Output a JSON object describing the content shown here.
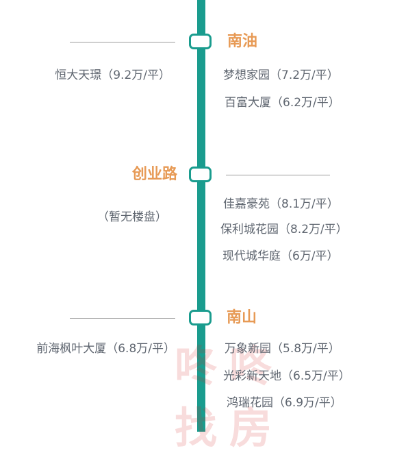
{
  "colors": {
    "line": "#1a9c8e",
    "station_text": "#e79a55",
    "property_text": "#5f6670",
    "rule": "#9a9a9a"
  },
  "stations": [
    {
      "name": "南油",
      "left_properties": [
        "恒大天璟（9.2万/平）"
      ],
      "right_properties": [
        "梦想家园（7.2万/平）",
        "百富大厦（6.2万/平）"
      ]
    },
    {
      "name": "创业路",
      "left_properties": [
        "（暂无楼盘）"
      ],
      "right_properties": [
        "佳嘉豪苑（8.1万/平）",
        "保利城花园（8.2万/平）",
        "现代城华庭（6万/平）"
      ]
    },
    {
      "name": "南山",
      "left_properties": [
        "前海枫叶大厦（6.8万/平）"
      ],
      "right_properties": [
        "万象新园（5.8万/平）",
        "光彩新天地（6.5万/平）",
        "鸿瑞花园（6.9万/平）"
      ]
    }
  ],
  "watermark": {
    "chars": [
      "咚",
      "咚",
      "找",
      "房"
    ]
  }
}
